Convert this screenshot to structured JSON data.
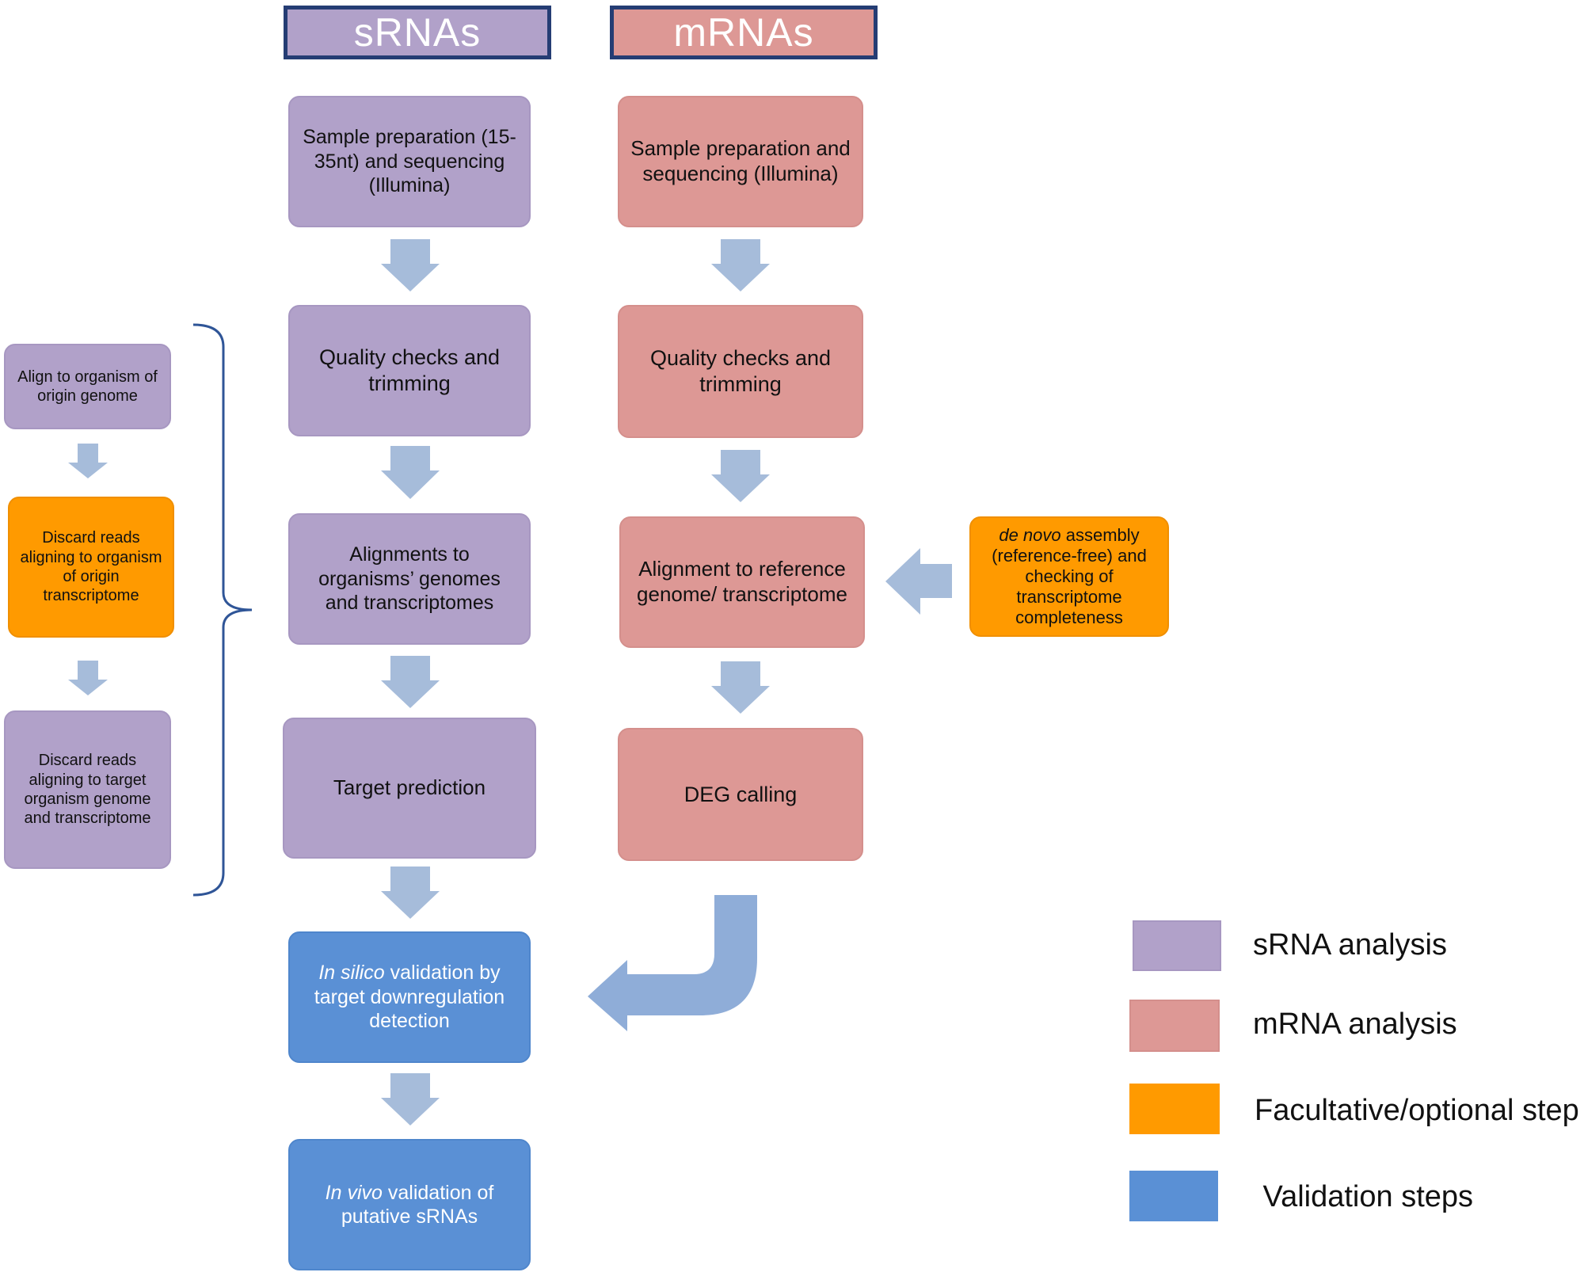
{
  "headers": {
    "srna": "sRNAs",
    "mrna": "mRNAs"
  },
  "srna_steps": {
    "sample_prep": "Sample preparation (15-35nt) and sequencing (Illumina)",
    "quality": "Quality checks and trimming",
    "alignments": "Alignments to organisms’ genomes and transcriptomes",
    "target_prediction": "Target prediction"
  },
  "mrna_steps": {
    "sample_prep": "Sample preparation and sequencing (Illumina)",
    "quality": "Quality checks and trimming",
    "alignment": "Alignment to reference genome/ transcriptome",
    "deg": "DEG calling"
  },
  "side_steps": {
    "align_origin": "Align to organism of origin genome",
    "discard_origin": "Discard reads aligning to organism of origin transcriptome",
    "discard_target": "Discard reads aligning to target organism genome and transcriptome"
  },
  "denovo": {
    "italic": "de novo",
    "rest": " assembly (reference-free) and checking of transcriptome completeness"
  },
  "validation": {
    "in_silico_italic": "In silico",
    "in_silico_rest": " validation by target downregulation detection",
    "in_vivo_italic": "In vivo",
    "in_vivo_rest": " validation of putative sRNAs"
  },
  "legend": [
    {
      "label": "sRNA analysis",
      "color": "#b1a1c9"
    },
    {
      "label": "mRNA analysis",
      "color": "#dd9895"
    },
    {
      "label": "Facultative/optional  step",
      "color": "#ff9a00"
    },
    {
      "label": " Validation steps",
      "color": "#5a90d5"
    }
  ],
  "colors": {
    "srna": "#b1a1c9",
    "mrna": "#dd9895",
    "optional": "#ff9a00",
    "validation": "#5a90d5",
    "arrow": "#a6bcda",
    "header_border": "#253d74",
    "bracket": "#2f5597"
  }
}
